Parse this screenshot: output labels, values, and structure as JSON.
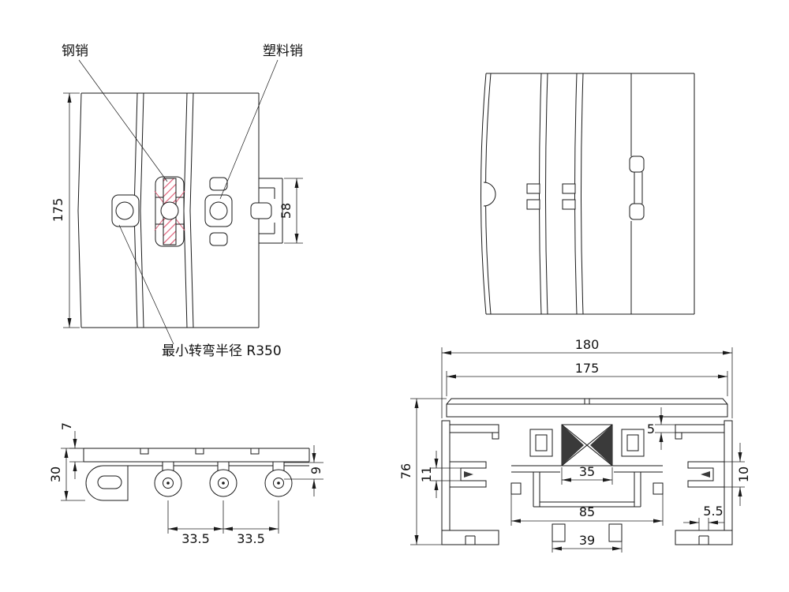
{
  "drawing": {
    "annotations": {
      "steel_pin": "钢销",
      "plastic_pin": "塑料销",
      "min_turn_radius": "最小转弯半径 R350"
    },
    "views": {
      "plan_curved": {
        "dims": {
          "overall_width": "175",
          "edge_module_width": "58"
        }
      },
      "plan_straight": {
        "dims": {}
      },
      "side": {
        "dims": {
          "plate_thickness": "7",
          "link_height": "30",
          "hinge_drop": "9",
          "pitch_front": "33.5",
          "pitch_rear": "33.5"
        }
      },
      "section": {
        "dims": {
          "rail_overall_width": "180",
          "plate_width": "175",
          "overall_height": "76",
          "left_slot": "11",
          "wear_strip": "5",
          "right_slot": "10",
          "pin_block": "35",
          "channel_width": "85",
          "foot_span": "39",
          "foot_slot": "5.5"
        }
      }
    },
    "colors": {
      "line": "#1a1a1a",
      "hatch": "#e0607a",
      "accent_fill": "#3a3a3a"
    }
  }
}
